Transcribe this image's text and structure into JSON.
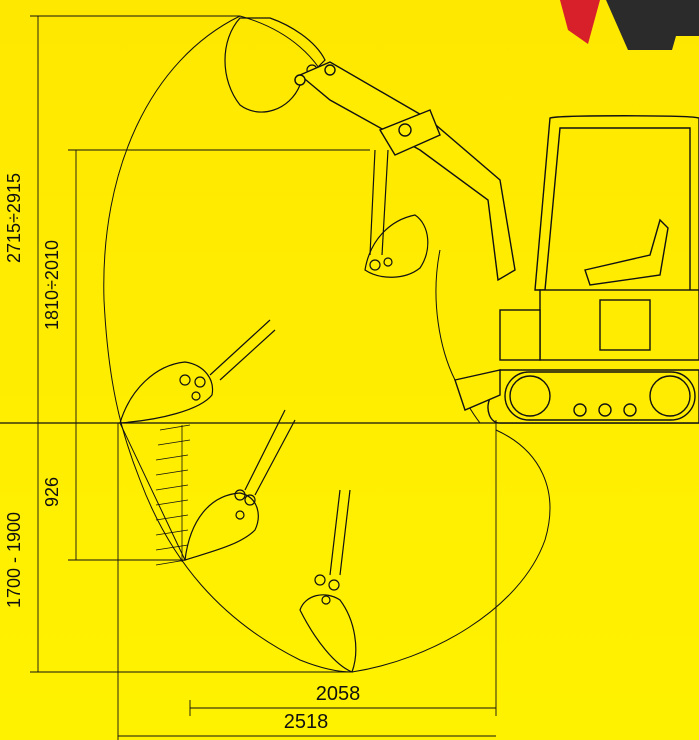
{
  "dimensions": {
    "max_height": "2715÷2915",
    "dump_height": "1810÷2010",
    "vertical_wall_depth": "926",
    "dig_depth": "1700 - 1900",
    "reach_ground_level": "2058",
    "max_reach": "2518"
  },
  "colors": {
    "background": "#fff200",
    "line": "#111111",
    "logo_red": "#d8202a",
    "logo_dark": "#2b2b2b"
  }
}
